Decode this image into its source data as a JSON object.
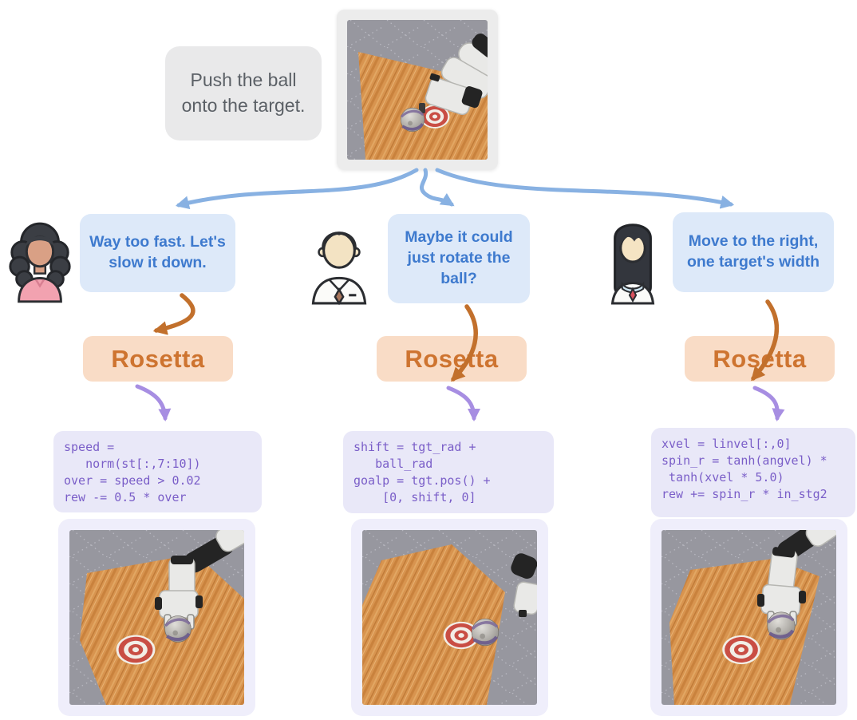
{
  "instruction": {
    "text": "Push the ball onto the target."
  },
  "rosetta_label": "Rosetta",
  "branches": [
    {
      "avatar": "woman-curly-hair",
      "message": "Way too fast. Let's slow it down.",
      "code": "speed =\n   norm(st[:,7:10])\nover = speed > 0.02\nrew -= 0.5 * over"
    },
    {
      "avatar": "man-gray-hair",
      "message": "Maybe it could just rotate the ball?",
      "code": "shift = tgt_rad +\n   ball_rad\ngoalp = tgt.pos() +\n    [0, shift, 0]"
    },
    {
      "avatar": "woman-long-hair",
      "message": "Move to the right, one target's width",
      "code": "xvel = linvel[:,0]\nspin_r = tanh(angvel) *\n tanh(xvel * 5.0)\nrew += spin_r * in_stg2"
    }
  ],
  "colors": {
    "bubble_gray_bg": "#e9e9ea",
    "instruction_text": "#5b6066",
    "bubble_blue_bg": "#dde9f9",
    "bubble_blue_text": "#3e7ace",
    "arrow_blue": "#88b1e2",
    "arrow_orange": "#c2702c",
    "arrow_purple": "#a78ee2",
    "rosetta_bg": "#f9dcc6",
    "rosetta_text": "#ce7430",
    "code_bg": "#e9e8f8",
    "code_text": "#7a5ec8",
    "frame_gray": "#ececec",
    "frame_lavender": "#efeefb",
    "sim_floor": "#97979f",
    "sim_wood": "#d8944f",
    "target_red": "#c94e44",
    "ball_gray": "#b2afaa",
    "ball_seam": "#7b6899",
    "robot_white": "#e9e9e7"
  },
  "icons": {
    "woman-curly-hair-avatar": "flat avatar, dark curly hair, pink blouse",
    "man-gray-hair-avatar": "flat avatar, gray parted hair, white shirt, brown tie",
    "woman-long-hair-avatar": "flat avatar, long black hair, white collar, red tie",
    "blue-flow-arrow": "curved light-blue arrow",
    "orange-flow-arrow": "curved orange arrow",
    "purple-flow-arrow": "curved purple arrow",
    "robot-sim-image": "robot arm, gray ball with purple seams, red-white bullseye target on wooden table"
  }
}
